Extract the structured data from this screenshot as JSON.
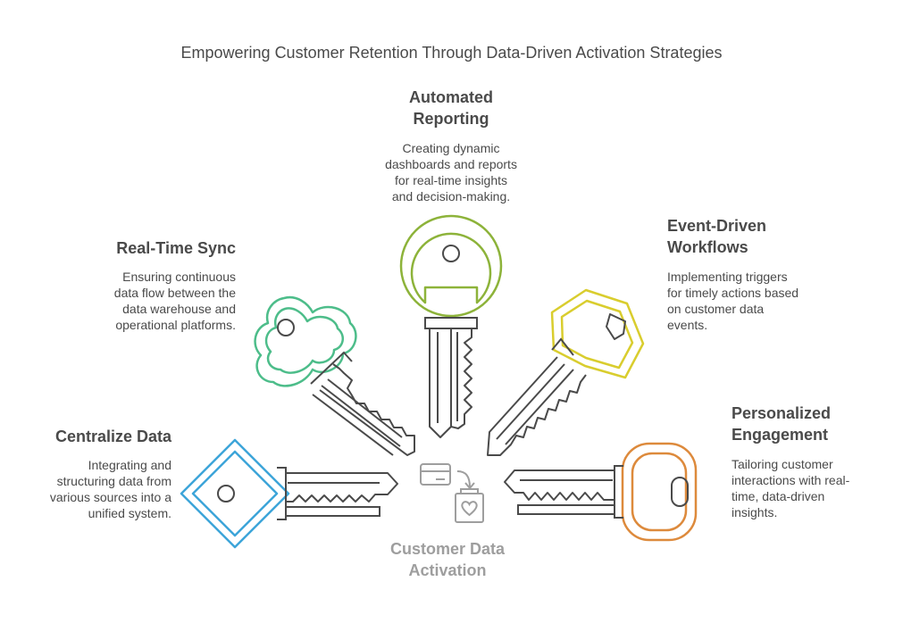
{
  "title": "Empowering Customer Retention Through Data-Driven Activation Strategies",
  "center": {
    "label_line1": "Customer Data",
    "label_line2": "Activation"
  },
  "items": [
    {
      "heading_line1": "Centralize Data",
      "heading_line2": "",
      "desc": [
        "Integrating and",
        "structuring data from",
        "various sources into a",
        "unified system."
      ],
      "color": "#3da5d9",
      "icon": "diamond-key-icon"
    },
    {
      "heading_line1": "Real-Time Sync",
      "heading_line2": "",
      "desc": [
        "Ensuring continuous",
        "data flow between the",
        "data warehouse and",
        "operational platforms."
      ],
      "color": "#4dbd8a",
      "icon": "cloud-key-icon"
    },
    {
      "heading_line1": "Automated",
      "heading_line2": "Reporting",
      "desc": [
        "Creating dynamic",
        "dashboards and reports",
        "for real-time insights",
        "and decision-making."
      ],
      "color": "#8db33a",
      "icon": "round-key-icon"
    },
    {
      "heading_line1": "Event-Driven",
      "heading_line2": "Workflows",
      "desc": [
        "Implementing triggers",
        "for timely actions based",
        "on customer data",
        "events."
      ],
      "color": "#d9cd2e",
      "icon": "hexagon-key-icon"
    },
    {
      "heading_line1": "Personalized",
      "heading_line2": "Engagement",
      "desc": [
        "Tailoring customer",
        "interactions with real-",
        "time, data-driven",
        "insights."
      ],
      "color": "#dd8a3c",
      "icon": "oval-key-icon"
    }
  ]
}
